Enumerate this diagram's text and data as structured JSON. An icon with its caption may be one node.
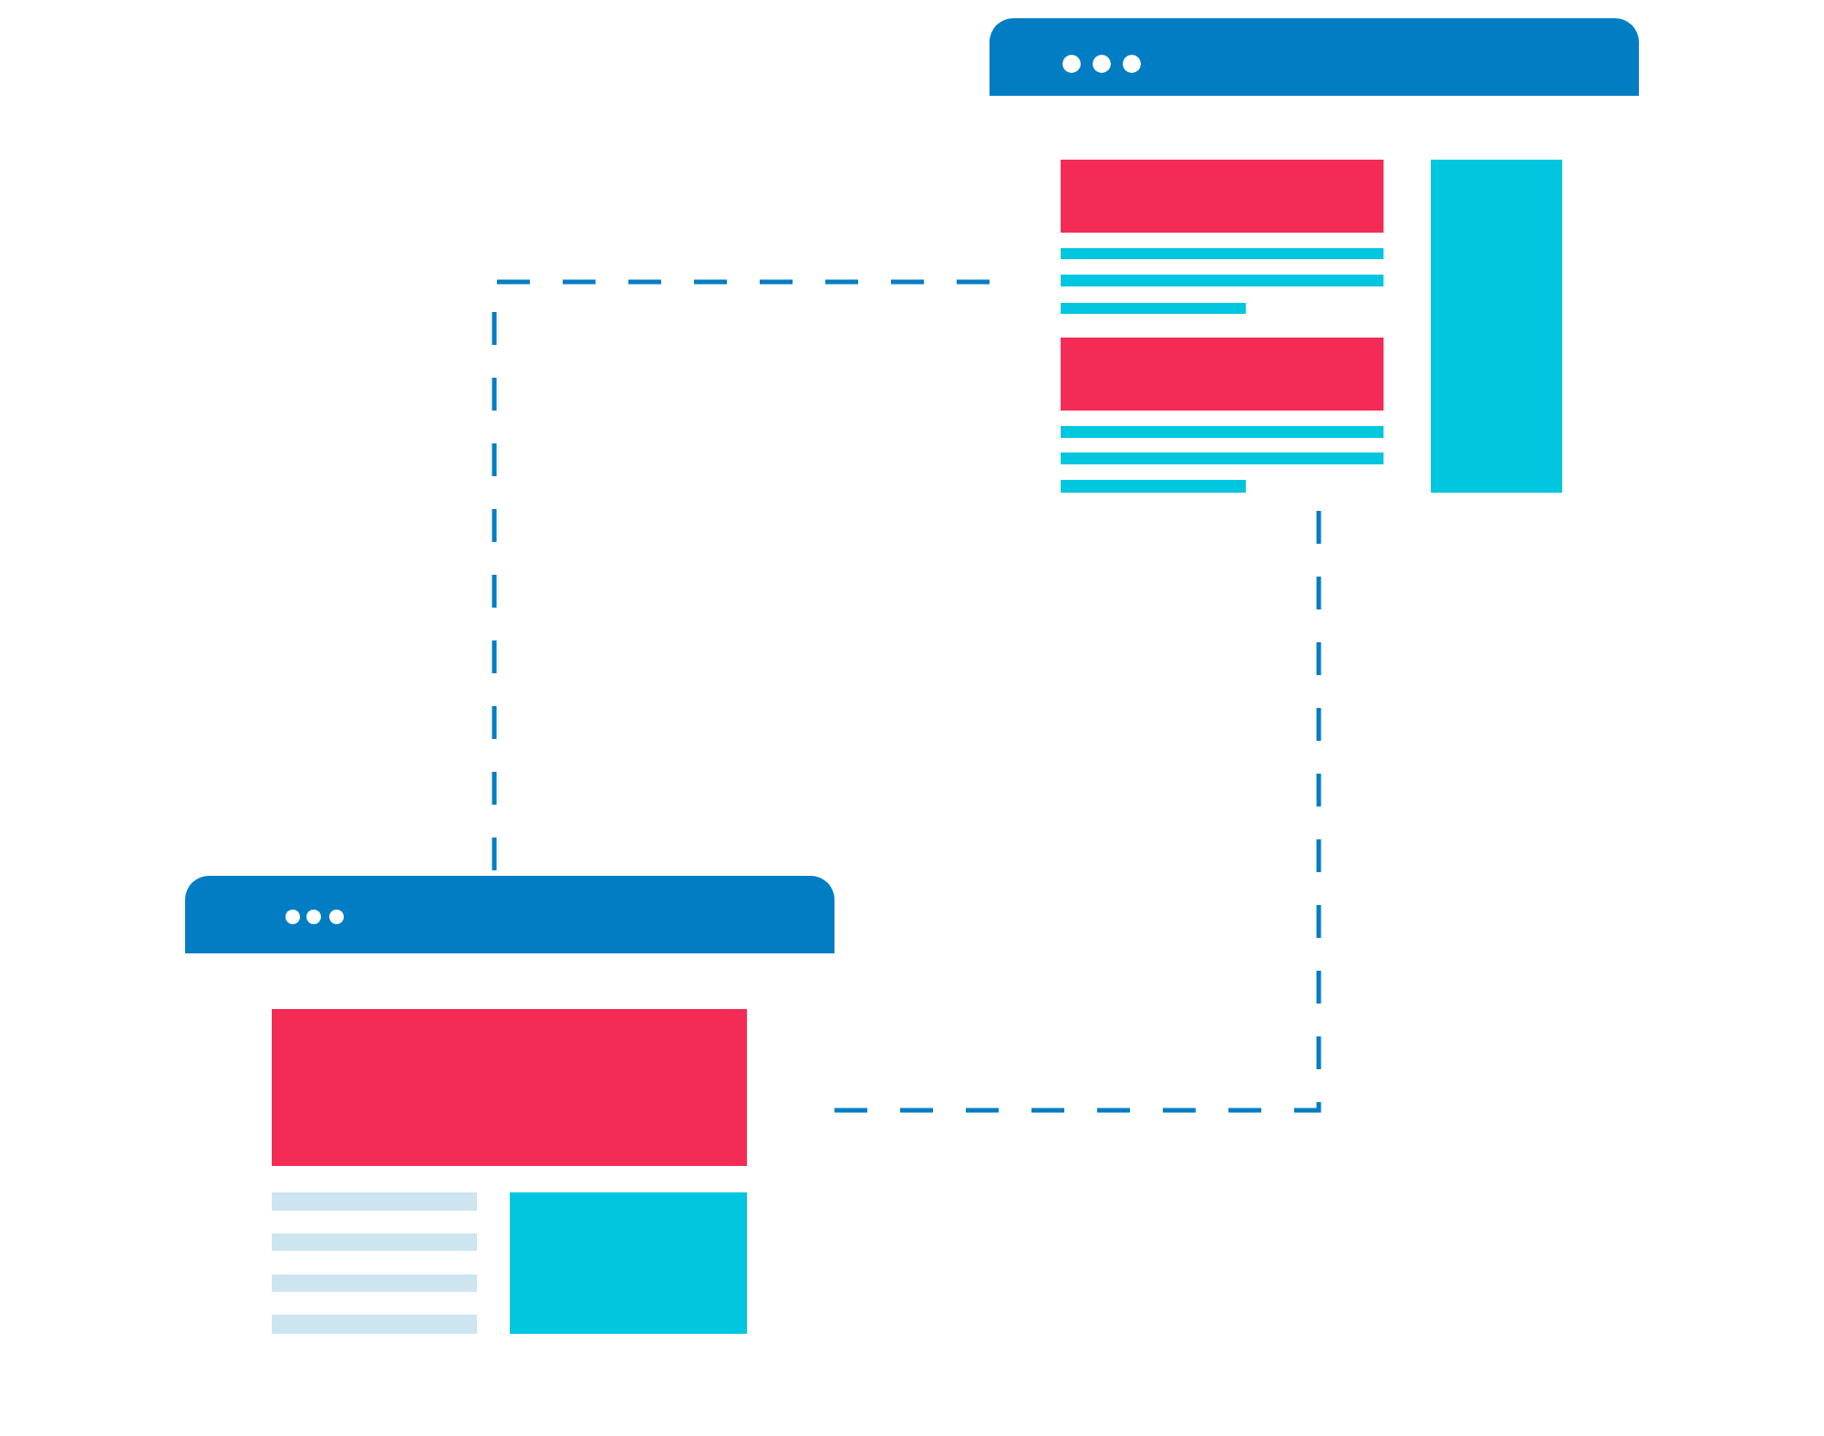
{
  "diagram": {
    "nodes": [
      {
        "text": [],
        "shape": "picture"
      },
      {
        "text": [],
        "shape": "picture"
      }
    ],
    "edges": [
      {
        "from": 0,
        "to": 1,
        "arrow": "none",
        "style": "dashed"
      },
      {
        "from": 1,
        "to": 0,
        "arrow": "none",
        "style": "dashed"
      }
    ]
  }
}
